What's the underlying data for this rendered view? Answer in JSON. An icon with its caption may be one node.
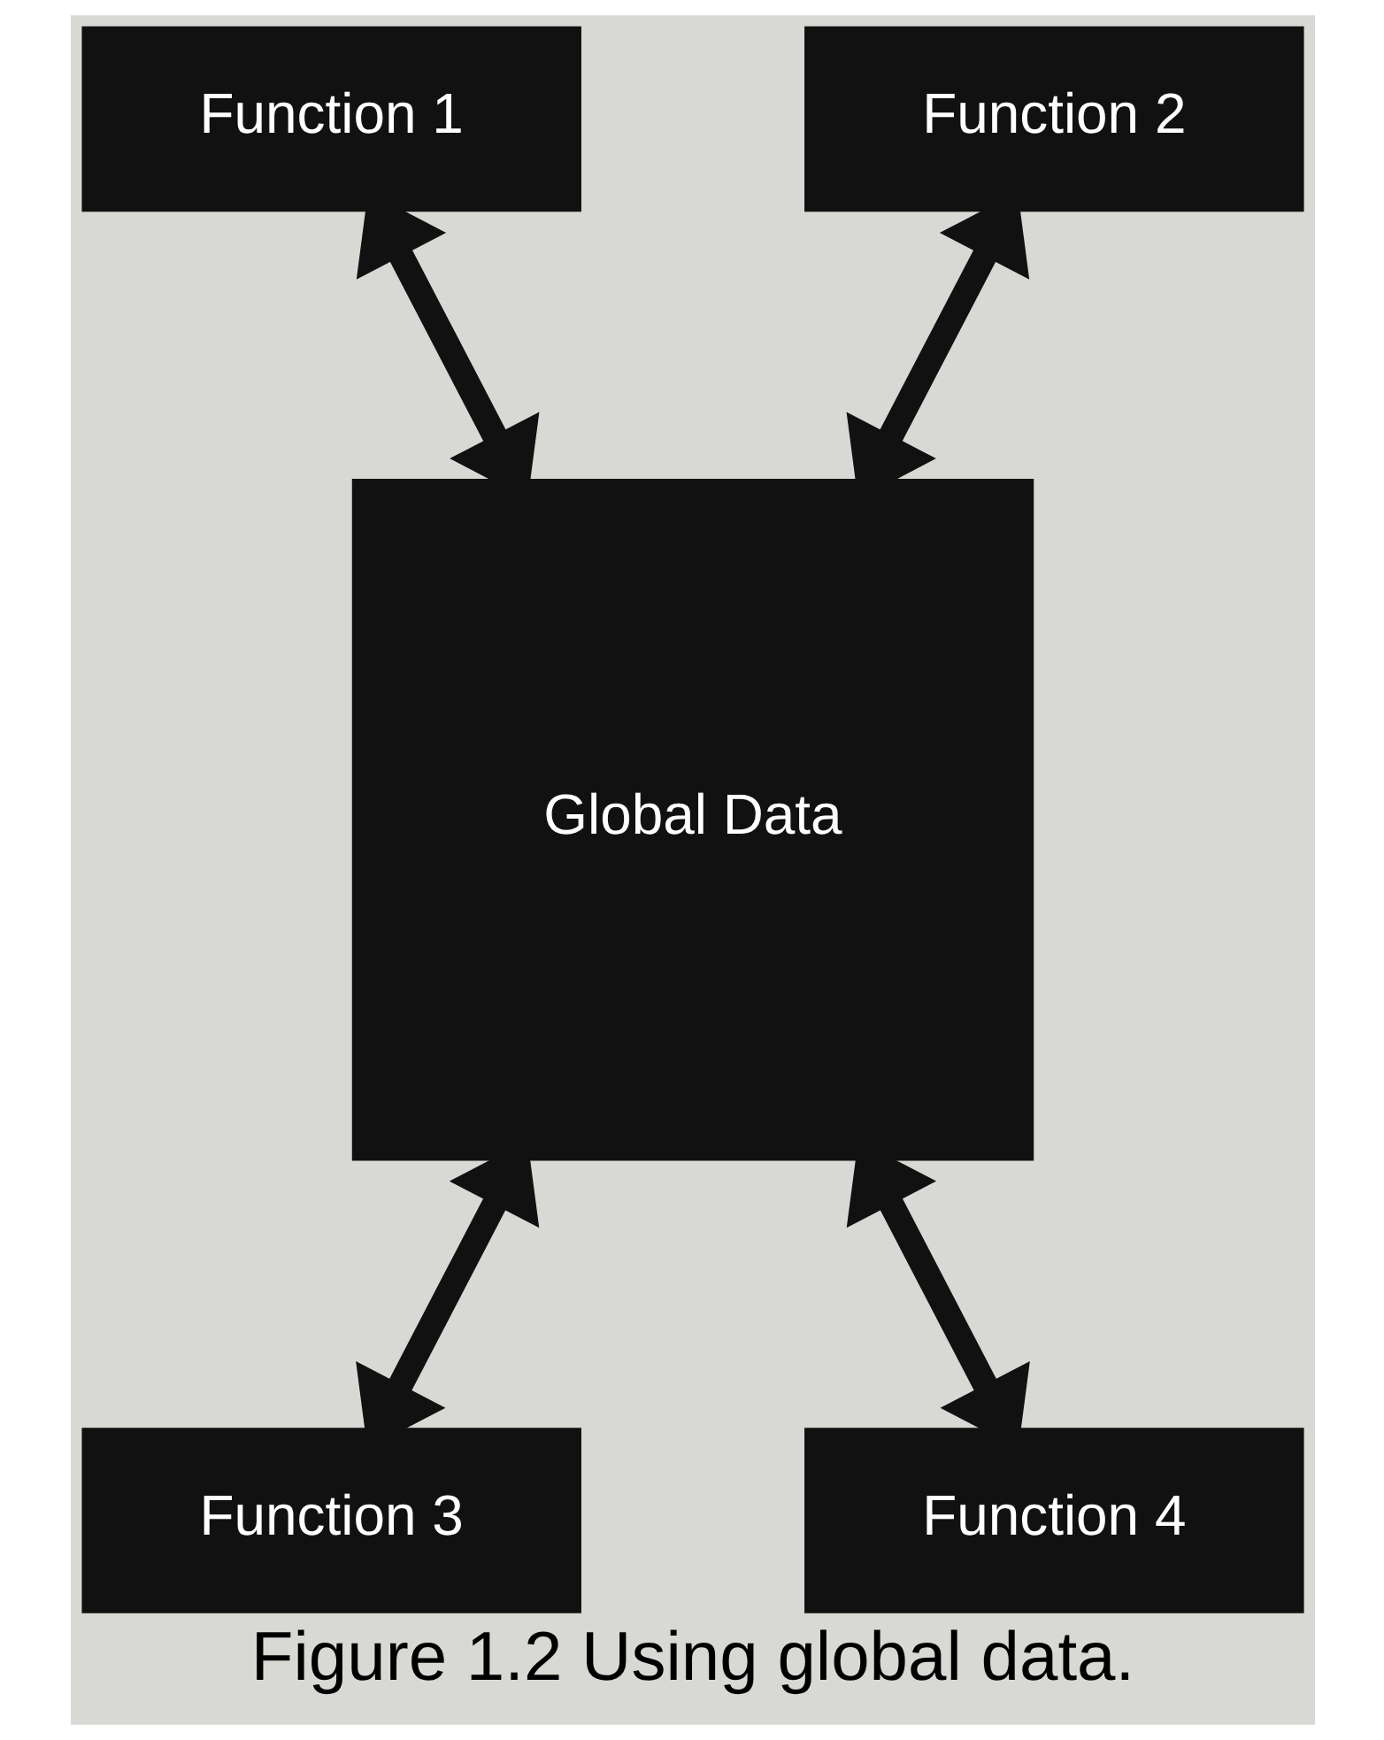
{
  "diagram": {
    "caption": "Figure 1.2 Using global data.",
    "nodes": [
      {
        "text": [
          "Function 1"
        ]
      },
      {
        "text": [
          "Function 2"
        ]
      },
      {
        "text": [
          "Global Data"
        ]
      },
      {
        "text": [
          "Function 3"
        ]
      },
      {
        "text": [
          "Function 4"
        ]
      }
    ],
    "edges": [
      {
        "from": 0,
        "to": 2,
        "arrow": "both"
      },
      {
        "from": 1,
        "to": 2,
        "arrow": "both"
      },
      {
        "from": 2,
        "to": 3,
        "arrow": "both"
      },
      {
        "from": 2,
        "to": 4,
        "arrow": "both"
      }
    ]
  }
}
